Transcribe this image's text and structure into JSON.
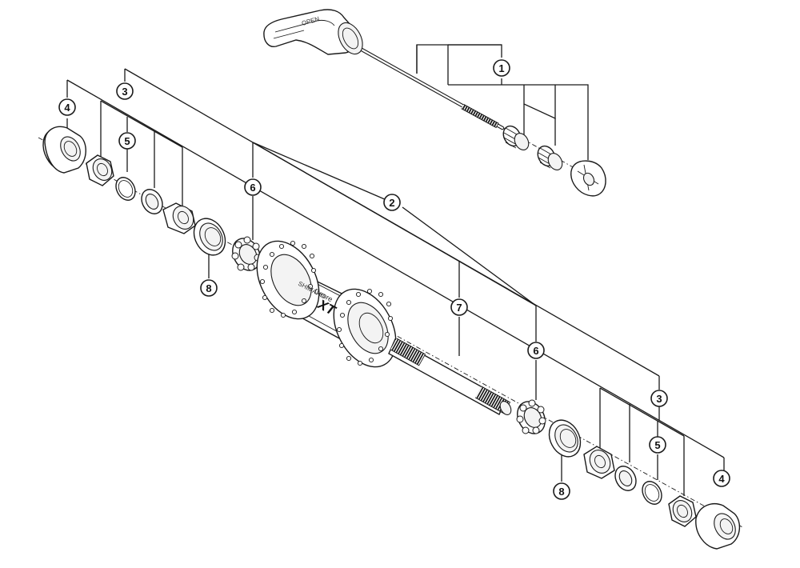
{
  "callouts": {
    "c1": "1",
    "c2": "2",
    "c3a": "3",
    "c3b": "3",
    "c4a": "4",
    "c4b": "4",
    "c5a": "5",
    "c5b": "5",
    "c6a": "6",
    "c6b": "6",
    "c7": "7",
    "c8a": "8",
    "c8b": "8"
  },
  "branding": {
    "lever_text": "OPEN",
    "hub_model": "XT",
    "hub_series": "Deore",
    "hub_maker": "SHIMANO"
  }
}
